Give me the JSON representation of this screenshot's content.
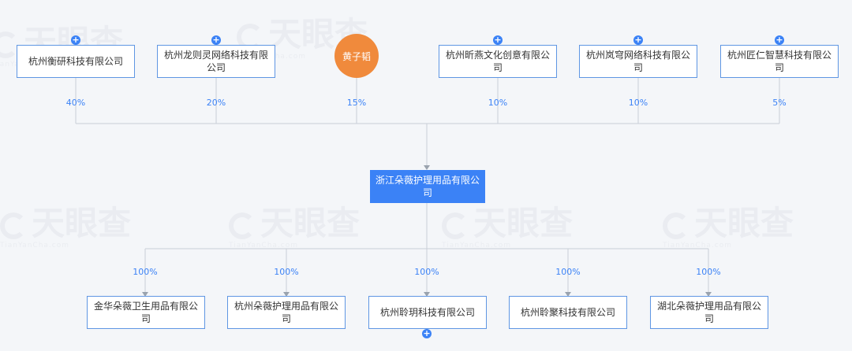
{
  "watermark": {
    "text": "天眼查",
    "sub": "TianYanCha.com"
  },
  "shareholders": [
    {
      "name": "杭州衡研科技有限公司",
      "percent": "40%",
      "type": "company",
      "expandable": true
    },
    {
      "name": "杭州龙则灵网络科技有限公司",
      "percent": "20%",
      "type": "company",
      "expandable": true
    },
    {
      "name": "黄子韬",
      "percent": "15%",
      "type": "person",
      "expandable": false
    },
    {
      "name": "杭州昕燕文化创意有限公司",
      "percent": "10%",
      "type": "company",
      "expandable": true
    },
    {
      "name": "杭州岚穹网络科技有限公司",
      "percent": "10%",
      "type": "company",
      "expandable": true
    },
    {
      "name": "杭州匠仁智慧科技有限公司",
      "percent": "5%",
      "type": "company",
      "expandable": true
    }
  ],
  "center": {
    "name": "浙江朵薇护理用品有限公司"
  },
  "subsidiaries": [
    {
      "name": "金华朵薇卫生用品有限公司",
      "percent": "100%",
      "expandable": false
    },
    {
      "name": "杭州朵薇护理用品有限公司",
      "percent": "100%",
      "expandable": false
    },
    {
      "name": "杭州聆玥科技有限公司",
      "percent": "100%",
      "expandable": true
    },
    {
      "name": "杭州聆聚科技有限公司",
      "percent": "100%",
      "expandable": false
    },
    {
      "name": "湖北朵薇护理用品有限公司",
      "percent": "100%",
      "expandable": false
    }
  ],
  "colors": {
    "line": "#c9ced6",
    "node_border": "#5f96e3",
    "accent": "#3b82f6",
    "person": "#f08a3c"
  },
  "icons": {
    "expand": "plus-circle-icon"
  }
}
